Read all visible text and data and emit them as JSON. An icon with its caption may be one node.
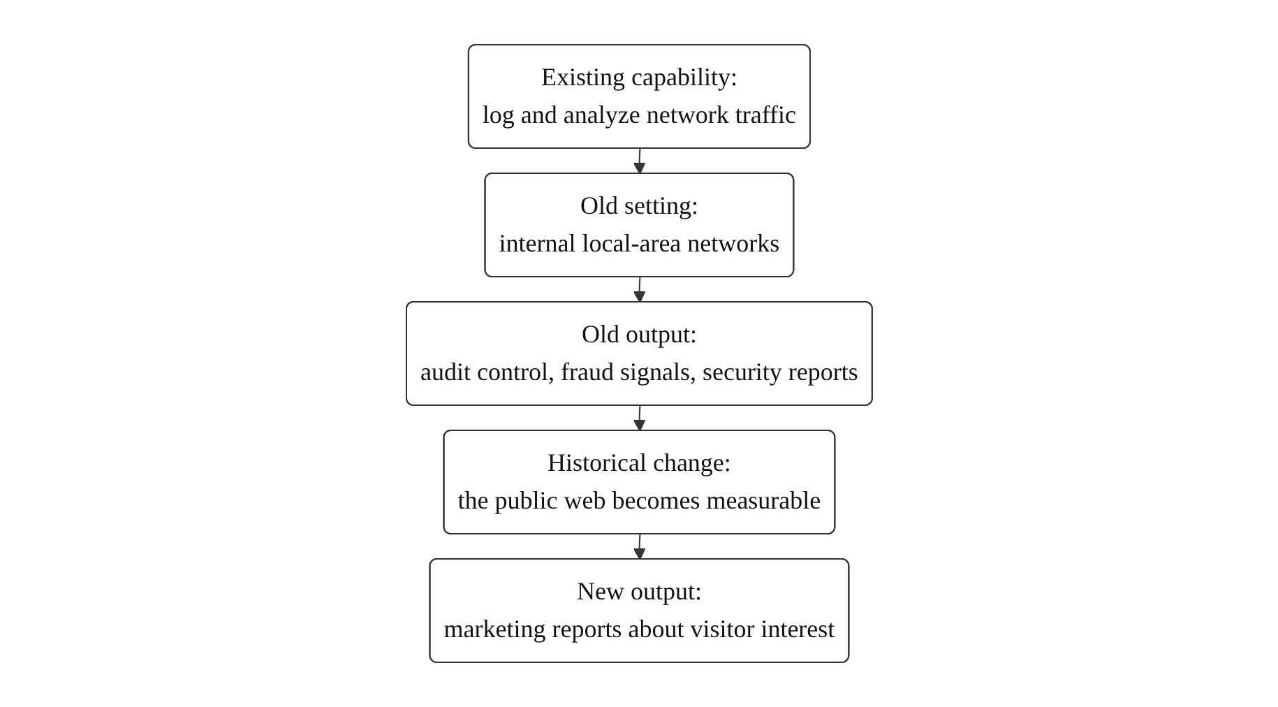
{
  "diagram": {
    "nodes": [
      {
        "text": [
          "Existing capability:",
          "log and analyze network traffic"
        ]
      },
      {
        "text": [
          "Old setting:",
          "internal local-area networks"
        ]
      },
      {
        "text": [
          "Old output:",
          "audit control, fraud signals, security reports"
        ]
      },
      {
        "text": [
          "Historical change:",
          "the public web becomes measurable"
        ]
      },
      {
        "text": [
          "New output:",
          "marketing reports about visitor interest"
        ]
      }
    ],
    "edges": [
      {
        "from": 0,
        "to": 1,
        "arrow": "to"
      },
      {
        "from": 1,
        "to": 2,
        "arrow": "to"
      },
      {
        "from": 2,
        "to": 3,
        "arrow": "to"
      },
      {
        "from": 3,
        "to": 4,
        "arrow": "to"
      }
    ]
  }
}
